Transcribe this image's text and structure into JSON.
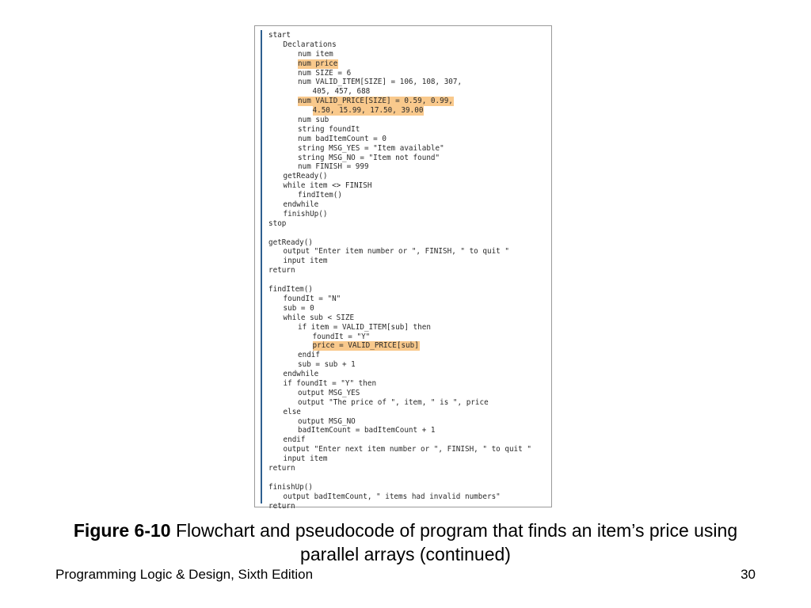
{
  "code": {
    "lines": [
      {
        "text": "start",
        "indent": 0,
        "highlight": false
      },
      {
        "text": "Declarations",
        "indent": 1,
        "highlight": false
      },
      {
        "text": "num item",
        "indent": 2,
        "highlight": false
      },
      {
        "text": "num price",
        "indent": 2,
        "highlight": true
      },
      {
        "text": "num SIZE = 6",
        "indent": 2,
        "highlight": false
      },
      {
        "text": "num VALID_ITEM[SIZE] = 106, 108, 307,",
        "indent": 2,
        "highlight": false
      },
      {
        "text": "405, 457, 688",
        "indent": 3,
        "highlight": false
      },
      {
        "text": "num VALID_PRICE[SIZE] = 0.59, 0.99,",
        "indent": 2,
        "highlight": true
      },
      {
        "text": "4.50, 15.99, 17.50, 39.00",
        "indent": 3,
        "highlight": true
      },
      {
        "text": "num sub",
        "indent": 2,
        "highlight": false
      },
      {
        "text": "string foundIt",
        "indent": 2,
        "highlight": false
      },
      {
        "text": "num badItemCount = 0",
        "indent": 2,
        "highlight": false
      },
      {
        "text": "string MSG_YES = \"Item available\"",
        "indent": 2,
        "highlight": false
      },
      {
        "text": "string MSG_NO = \"Item not found\"",
        "indent": 2,
        "highlight": false
      },
      {
        "text": "num FINISH = 999",
        "indent": 2,
        "highlight": false
      },
      {
        "text": "getReady()",
        "indent": 1,
        "highlight": false
      },
      {
        "text": "while item <> FINISH",
        "indent": 1,
        "highlight": false
      },
      {
        "text": "findItem()",
        "indent": 2,
        "highlight": false
      },
      {
        "text": "endwhile",
        "indent": 1,
        "highlight": false
      },
      {
        "text": "finishUp()",
        "indent": 1,
        "highlight": false
      },
      {
        "text": "stop",
        "indent": 0,
        "highlight": false
      },
      {
        "text": "",
        "indent": 0,
        "highlight": false
      },
      {
        "text": "getReady()",
        "indent": 0,
        "highlight": false
      },
      {
        "text": "output \"Enter item number or \", FINISH, \" to quit \"",
        "indent": 1,
        "highlight": false
      },
      {
        "text": "input item",
        "indent": 1,
        "highlight": false
      },
      {
        "text": "return",
        "indent": 0,
        "highlight": false
      },
      {
        "text": "",
        "indent": 0,
        "highlight": false
      },
      {
        "text": "findItem()",
        "indent": 0,
        "highlight": false
      },
      {
        "text": "foundIt = \"N\"",
        "indent": 1,
        "highlight": false
      },
      {
        "text": "sub = 0",
        "indent": 1,
        "highlight": false
      },
      {
        "text": "while sub < SIZE",
        "indent": 1,
        "highlight": false
      },
      {
        "text": "if item = VALID_ITEM[sub] then",
        "indent": 2,
        "highlight": false
      },
      {
        "text": "foundIt = \"Y\"",
        "indent": 3,
        "highlight": false
      },
      {
        "text": "price = VALID_PRICE[sub]",
        "indent": 3,
        "highlight": true
      },
      {
        "text": "endif",
        "indent": 2,
        "highlight": false
      },
      {
        "text": "sub = sub + 1",
        "indent": 2,
        "highlight": false
      },
      {
        "text": "endwhile",
        "indent": 1,
        "highlight": false
      },
      {
        "text": "if foundIt = \"Y\" then",
        "indent": 1,
        "highlight": false
      },
      {
        "text": "output MSG_YES",
        "indent": 2,
        "highlight": false
      },
      {
        "text": "output \"The price of \", item, \" is \", price",
        "indent": 2,
        "highlight": false
      },
      {
        "text": "else",
        "indent": 1,
        "highlight": false
      },
      {
        "text": "output MSG_NO",
        "indent": 2,
        "highlight": false
      },
      {
        "text": "badItemCount = badItemCount + 1",
        "indent": 2,
        "highlight": false
      },
      {
        "text": "endif",
        "indent": 1,
        "highlight": false
      },
      {
        "text": "output \"Enter next item number or \", FINISH, \" to quit \"",
        "indent": 1,
        "highlight": false
      },
      {
        "text": "input item",
        "indent": 1,
        "highlight": false
      },
      {
        "text": "return",
        "indent": 0,
        "highlight": false
      },
      {
        "text": "",
        "indent": 0,
        "highlight": false
      },
      {
        "text": "finishUp()",
        "indent": 0,
        "highlight": false
      },
      {
        "text": "output badItemCount, \" items had invalid numbers\"",
        "indent": 1,
        "highlight": false
      },
      {
        "text": "return",
        "indent": 0,
        "highlight": false
      }
    ],
    "highlight_color": "#f9c98c",
    "accent_color": "#2e5f8f"
  },
  "caption": {
    "label": "Figure 6-10",
    "text": " Flowchart and pseudocode of program that finds an item’s price using parallel arrays (continued)"
  },
  "footer": {
    "book_title": "Programming Logic & Design, Sixth Edition",
    "page_number": "30"
  }
}
